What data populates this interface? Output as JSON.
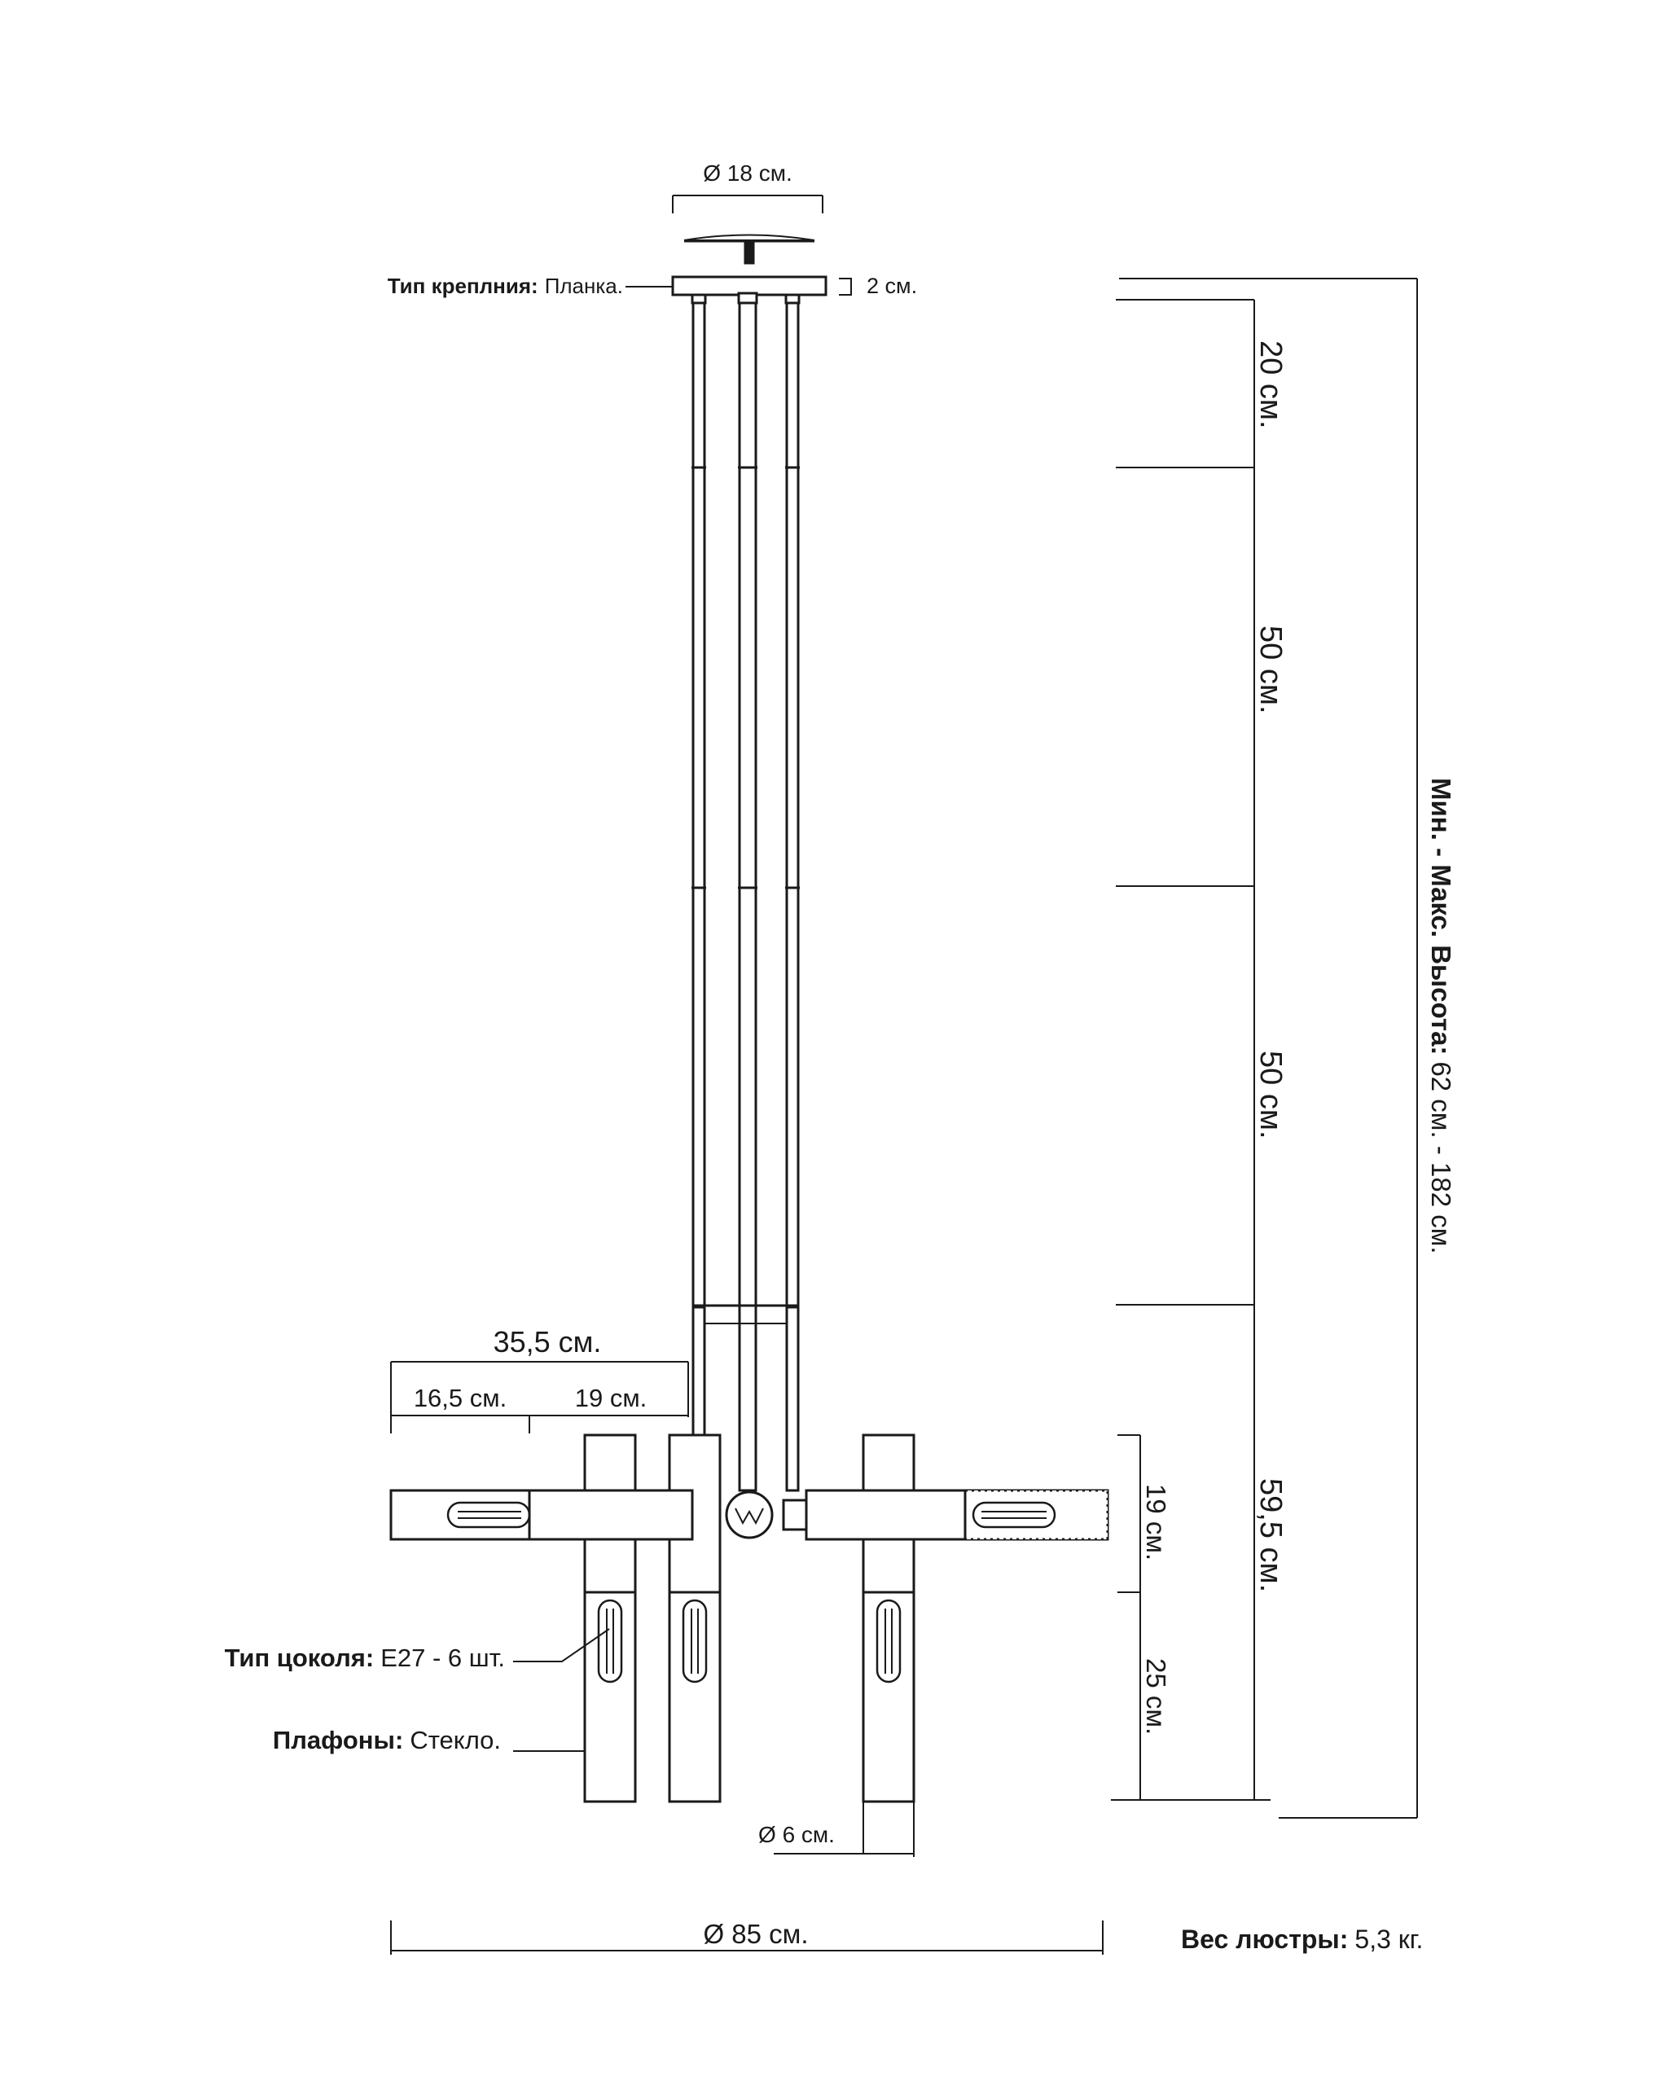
{
  "dimensions": {
    "canopy_diameter": "Ø 18 см.",
    "canopy_height": "2 см.",
    "rod_1": "20 см.",
    "rod_2": "50 см.",
    "rod_3": "50 см.",
    "body_height": "59,5 см.",
    "arm_total": "35,5 см.",
    "arm_outer": "16,5 см.",
    "arm_inner": "19 см.",
    "arm_block_height": "19 см.",
    "shade_height": "25 см.",
    "shade_diameter": "Ø 6 см.",
    "total_diameter": "Ø 85 см."
  },
  "specs": {
    "mount_label": "Тип креплния:",
    "mount_value": "Планка.",
    "socket_label": "Тип цоколя:",
    "socket_value": "E27 - 6 шт.",
    "shade_label": "Плафоны:",
    "shade_value": "Стекло.",
    "height_label": "Мин. - Макс. Высота:",
    "height_value": "62 см. - 182 см.",
    "weight_label": "Вес люстры:",
    "weight_value": "5,3 кг."
  }
}
